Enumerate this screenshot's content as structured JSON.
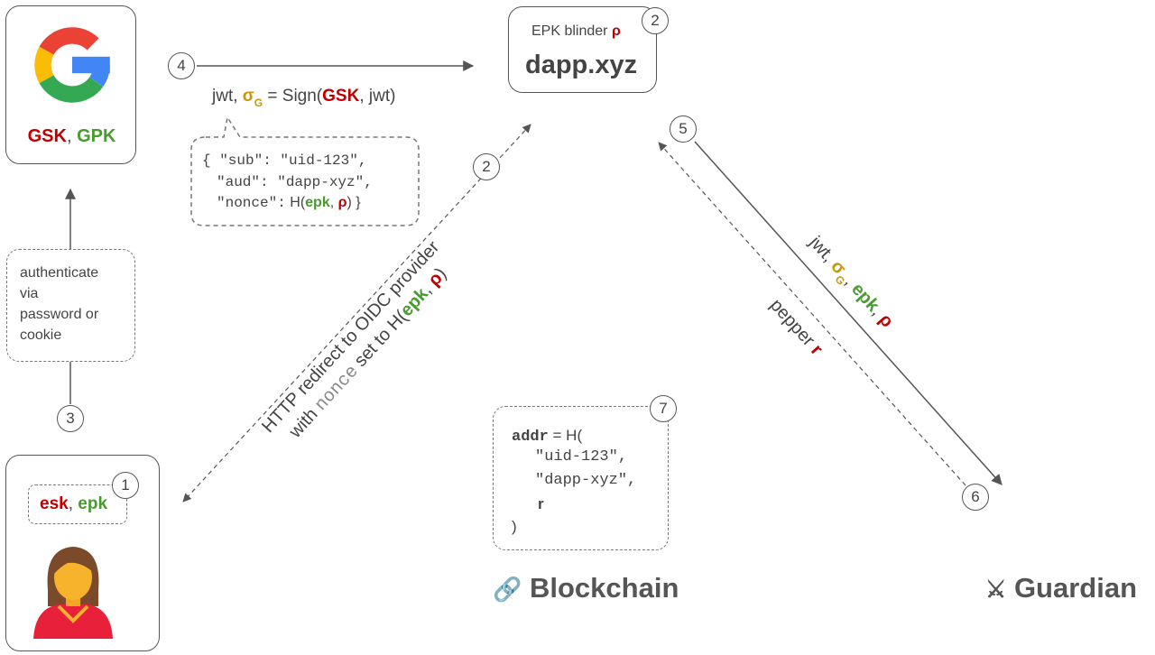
{
  "google": {
    "gsk": "GSK",
    "comma": ",",
    "gpk": "GPK"
  },
  "dapp": {
    "blinder_label": "EPK blinder",
    "rho": "ρ",
    "name": "dapp.xyz"
  },
  "user": {
    "esk": "esk",
    "comma": ",",
    "epk": "epk"
  },
  "steps": {
    "s1": "1",
    "s2a": "2",
    "s2b": "2",
    "s3": "3",
    "s4": "4",
    "s5": "5",
    "s6": "6",
    "s7": "7"
  },
  "auth_note": {
    "lines": [
      "authenticate",
      "via",
      "password or",
      "cookie"
    ]
  },
  "sign": {
    "jwt": "jwt,",
    "sigma": "σ",
    "sub_g": "G",
    "eq": "= Sign(",
    "gsk": "GSK",
    "rest": ", jwt)"
  },
  "jwt_payload": {
    "l1": "{ \"sub\": \"uid-123\",",
    "l2": "\"aud\": \"dapp-xyz\",",
    "l3_key": "\"nonce\":",
    "l3_h": " H(",
    "epk": "epk",
    "comma": ", ",
    "rho": "ρ",
    "l3_end": ")  }"
  },
  "redirect": {
    "line1": "HTTP redirect  to OIDC provider",
    "with": "with ",
    "nonce": "nonce",
    "set": " set to H(",
    "epk": "epk",
    "comma": ", ",
    "rho": "ρ",
    "close": ")"
  },
  "guardian_req": {
    "jwt": "jwt, ",
    "sigma": "σ",
    "sub_g": "G",
    "comma1": ", ",
    "epk": "epk",
    "comma2": ", ",
    "rho": "ρ"
  },
  "pepper": {
    "label": "pepper ",
    "r": "r"
  },
  "addr": {
    "kw": "addr",
    "eq": " = H(",
    "l2": "\"uid-123\",",
    "l3": "\"dapp-xyz\",",
    "r": "r",
    "close": ")"
  },
  "blockchain": {
    "icon": "🔗",
    "label": "Blockchain"
  },
  "guardian": {
    "icon": "⚔",
    "label": "Guardian"
  },
  "colors": {
    "red": "#c00000",
    "green": "#4a9a32",
    "gold": "#c8960c"
  }
}
